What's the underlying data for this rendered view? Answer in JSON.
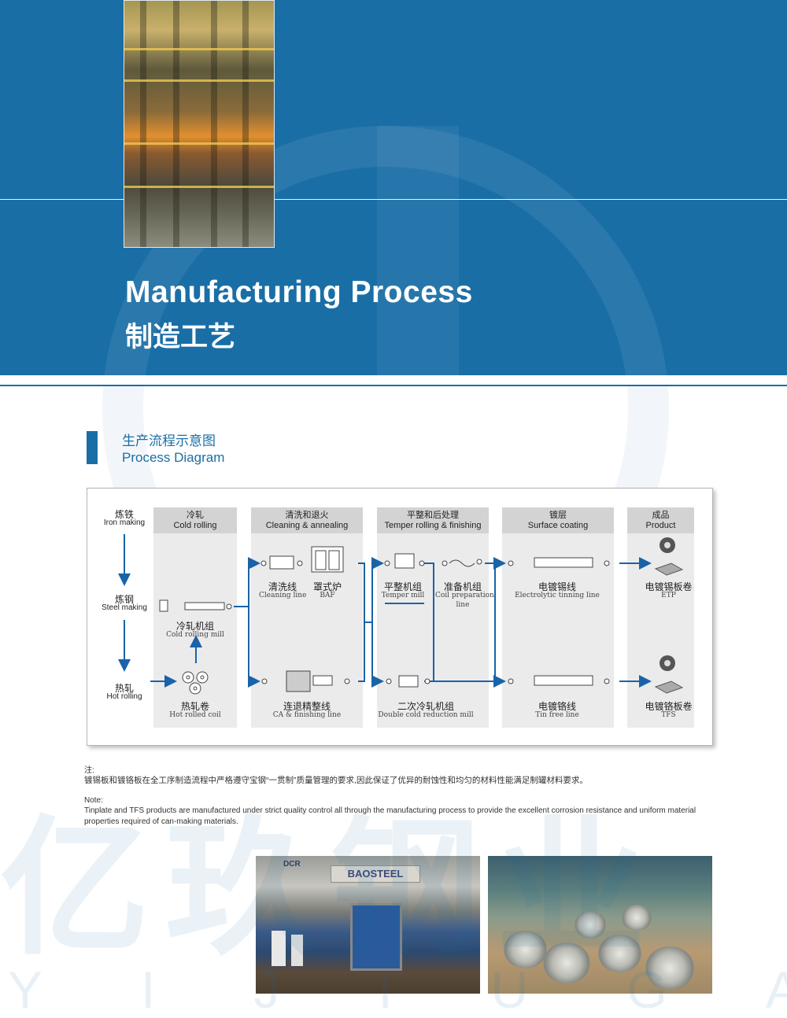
{
  "header": {
    "title_en": "Manufacturing Process",
    "title_zh": "制造工艺"
  },
  "section": {
    "title_zh": "生产流程示意图",
    "title_en": "Process Diagram"
  },
  "diagram": {
    "side": [
      {
        "zh": "炼铁",
        "en": "Iron making"
      },
      {
        "zh": "炼钢",
        "en": "Steel making"
      },
      {
        "zh": "热轧",
        "en": "Hot rolling"
      }
    ],
    "columns": [
      {
        "zh": "冷轧",
        "en": "Cold rolling"
      },
      {
        "zh": "清洗和退火",
        "en": "Cleaning & annealing"
      },
      {
        "zh": "平整和后处理",
        "en": "Temper rolling & finishing"
      },
      {
        "zh": "镀层",
        "en": "Surface coating"
      },
      {
        "zh": "成品",
        "en": "Product"
      }
    ],
    "nodes": {
      "cold_rolling_mill": {
        "zh": "冷轧机组",
        "en": "Cold rolling mill"
      },
      "hot_rolled_coil": {
        "zh": "热轧卷",
        "en": "Hot rolled coil"
      },
      "cleaning_line": {
        "zh": "清洗线",
        "en": "Cleaning line"
      },
      "baf": {
        "zh": "罩式炉",
        "en": "BAF"
      },
      "ca_line": {
        "zh": "连退精整线",
        "en": "CA & finishing line"
      },
      "temper_mill": {
        "zh": "平整机组",
        "en": "Temper mill"
      },
      "coil_prep": {
        "zh": "准备机组",
        "en_1": "Coil preparation",
        "en_2": "line"
      },
      "dcr_mill": {
        "zh": "二次冷轧机组",
        "en": "Double cold reduction mill"
      },
      "etl": {
        "zh": "电镀锡线",
        "en": "Electrolytic tinning line"
      },
      "tfs_line": {
        "zh": "电镀铬线",
        "en": "Tin free line"
      },
      "etp": {
        "zh": "电镀锡板卷",
        "en": "ETP"
      },
      "tfs": {
        "zh": "电镀铬板卷",
        "en": "TFS"
      }
    }
  },
  "note": {
    "label_zh": "注:",
    "text_zh": "镀锡板和镀铬板在全工序制造流程中严格遵守宝钢“一贯制”质量管理的要求,因此保证了优异的耐蚀性和均匀的材料性能满足制罐材料要求。",
    "label_en": "Note:",
    "text_en_1": "Tinplate and TFS products are manufactured under strict quality control all through the manufacturing process to provide the excellent corrosion resistance and uniform material",
    "text_en_2": "properties required of can-making materials."
  },
  "photos": {
    "left_badge": "BAOSTEEL",
    "left_tag": "DCR"
  },
  "watermark": {
    "big": "亿玖钢业",
    "letters": "YIJIUGANGYE"
  },
  "colors": {
    "brand_blue": "#1a6ea6",
    "column_bg": "#ebebeb",
    "column_head": "#d3d3d3"
  }
}
